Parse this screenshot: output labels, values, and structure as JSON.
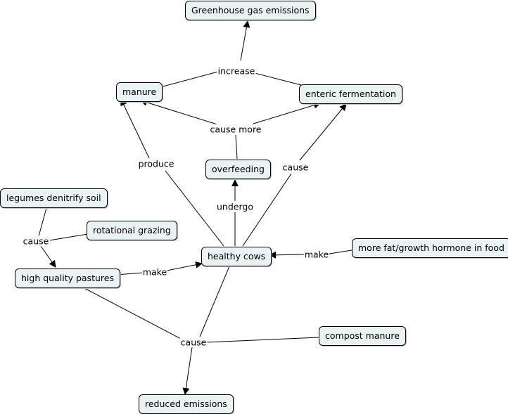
{
  "concepts": {
    "greenhouse": "Greenhouse gas emissions",
    "manure": "manure",
    "enteric": "enteric fermentation",
    "overfeeding": "overfeeding",
    "legumes": "legumes denitrify soil",
    "rotational": "rotational grazing",
    "healthy": "healthy cows",
    "fat_hormone": "more fat/growth hormone in food",
    "pastures": "high quality pastures",
    "compost": "compost manure",
    "reduced": "reduced emissions"
  },
  "links": {
    "increase": "increase",
    "cause_more": "cause more",
    "produce": "produce",
    "cause_enteric": "cause",
    "undergo": "undergo",
    "make_fat": "make",
    "cause_pastures": "cause",
    "make_pastures": "make",
    "cause_reduced": "cause"
  }
}
